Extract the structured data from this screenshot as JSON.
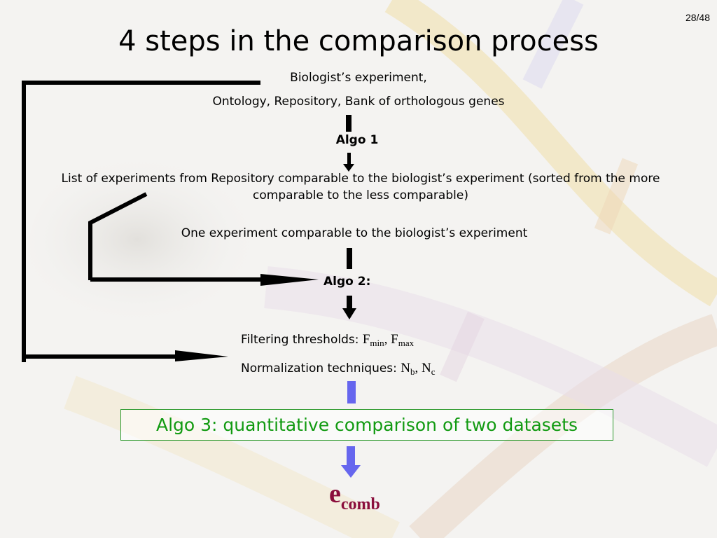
{
  "page_number": "28/48",
  "title": "4 steps in the comparison process",
  "inputs": {
    "line1": "Biologist’s experiment,",
    "line2": "Ontology, Repository, Bank of orthologous genes"
  },
  "algo1": "Algo 1",
  "list_text": "List of experiments from Repository comparable to the biologist’s experiment (sorted from the more comparable to the less comparable)",
  "one_experiment": "One experiment comparable to the biologist’s experiment",
  "algo2": "Algo 2:",
  "filtering": {
    "label": "Filtering thresholds: ",
    "f": "F",
    "min": "min",
    "sep": ", ",
    "max": "max"
  },
  "normalization": {
    "label": "Normalization techniques: ",
    "n": "N",
    "b": "b",
    "sep": ", ",
    "c": "c"
  },
  "algo3": "Algo 3: quantitative comparison of two datasets",
  "output": {
    "e": "e",
    "comb": "comb"
  },
  "colors": {
    "algo3_text": "#119a11",
    "algo3_border": "#2e9a2e",
    "blue_arrow": "#6666ee",
    "output": "#8a0e3c",
    "black_arrow": "#000000"
  }
}
